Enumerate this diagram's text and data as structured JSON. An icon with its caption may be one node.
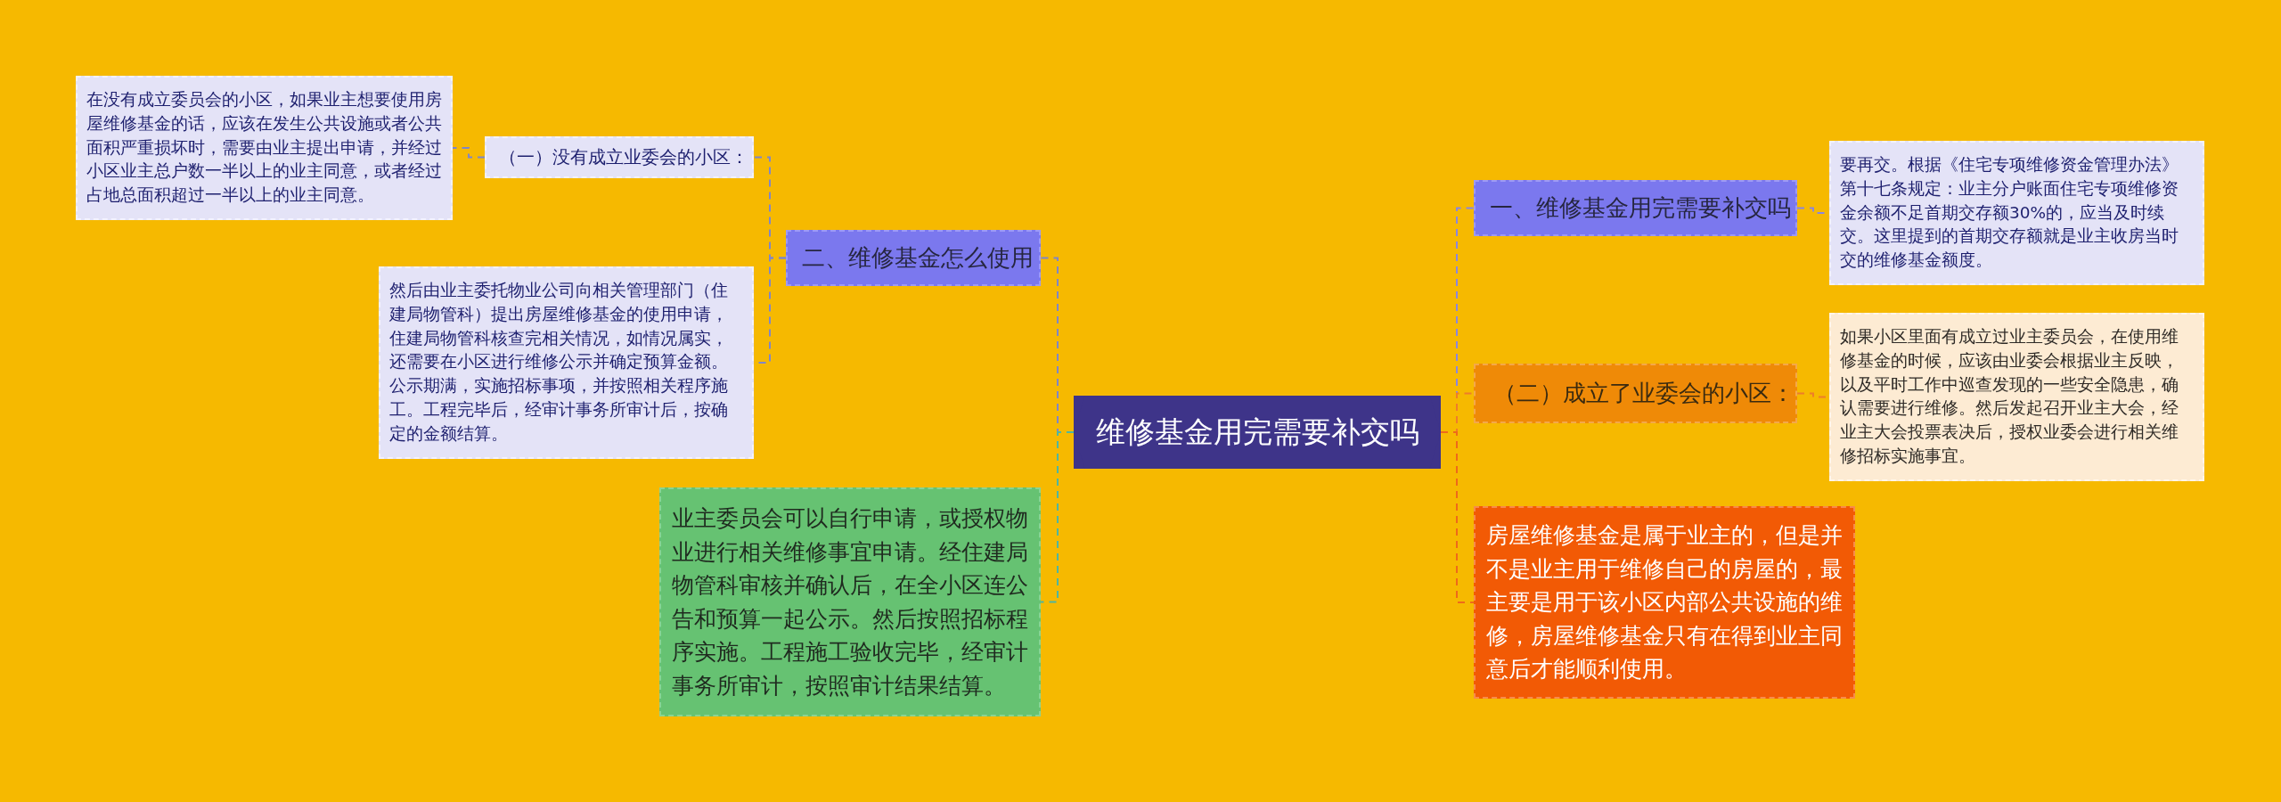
{
  "diagram": {
    "nodes": [
      {
        "text": [
          "维修基金用完需要补交吗"
        ]
      },
      {
        "text": [
          "一、维修基金用完需要补交吗"
        ]
      },
      {
        "text": [
          "要再交。根据《住宅专项维修资金管理办法》第十七条规定：业主分户账面住宅专项维修资金余额不足首期交存额30%的，应当及时续交。这里提到的首期交存额就是业主收房当时交的维修基金额度。"
        ]
      },
      {
        "text": [
          "（二）成立了业委会的小区："
        ]
      },
      {
        "text": [
          "如果小区里面有成立过业主委员会，在使用维修基金的时候，应该由业委会根据业主反映，以及平时工作中巡查发现的一些安全隐患，确认需要进行维修。然后发起召开业主大会，经业主大会投票表决后，授权业委会进行相关维修招标实施事宜。"
        ]
      },
      {
        "text": [
          "房屋维修基金是属于业主的，但是并不是业主用于维修自己的房屋的，最主要是用于该小区内部公共设施的维修，房屋维修基金只有在得到业主同意后才能顺利使用。"
        ]
      },
      {
        "text": [
          "二、维修基金怎么使用"
        ]
      },
      {
        "text": [
          "（一）没有成立业委会的小区："
        ]
      },
      {
        "text": [
          "在没有成立委员会的小区，如果业主想要使用房屋维修基金的话，应该在发生公共设施或者公共面积严重损坏时，需要由业主提出申请，并经过小区业主总户数一半以上的业主同意，或者经过占地总面积超过一半以上的业主同意。"
        ]
      },
      {
        "text": [
          "然后由业主委托物业公司向相关管理部门（住建局物管科）提出房屋维修基金的使用申请，住建局物管科核查完相关情况，如情况属实，还需要在小区进行维修公示并确定预算金额。公示期满，实施招标事项，并按照相关程序施工。工程完毕后，经审计事务所审计后，按确定的金额结算。"
        ]
      },
      {
        "text": [
          "业主委员会可以自行申请，或授权物业进行相关维修事宜申请。经住建局物管科审核并确认后，在全小区连公告和预算一起公示。然后按照招标程序实施。工程施工验收完毕，经审计事务所审计，按照审计结果结算。"
        ]
      }
    ],
    "edges": [
      {
        "from": 0,
        "to": 1,
        "arrow": "none",
        "style": "dashed",
        "color": "#8a86e0"
      },
      {
        "from": 1,
        "to": 2,
        "arrow": "none",
        "style": "dashed",
        "color": "#8a86e0"
      },
      {
        "from": 0,
        "to": 3,
        "arrow": "none",
        "style": "dashed",
        "color": "#ee7d2a"
      },
      {
        "from": 3,
        "to": 4,
        "arrow": "none",
        "style": "dashed",
        "color": "#ee7d2a"
      },
      {
        "from": 0,
        "to": 5,
        "arrow": "none",
        "style": "dashed",
        "color": "#ee6a1a"
      },
      {
        "from": 0,
        "to": 6,
        "arrow": "none",
        "style": "dashed"
      },
      {
        "from": 6,
        "to": 7,
        "arrow": "none",
        "style": "dashed"
      },
      {
        "from": 7,
        "to": 8,
        "arrow": "none",
        "style": "dashed"
      },
      {
        "from": 6,
        "to": 9,
        "arrow": "none",
        "style": "dashed"
      },
      {
        "from": 0,
        "to": 10,
        "arrow": "none",
        "style": "dashed",
        "color": "#4fb6a0"
      }
    ]
  }
}
